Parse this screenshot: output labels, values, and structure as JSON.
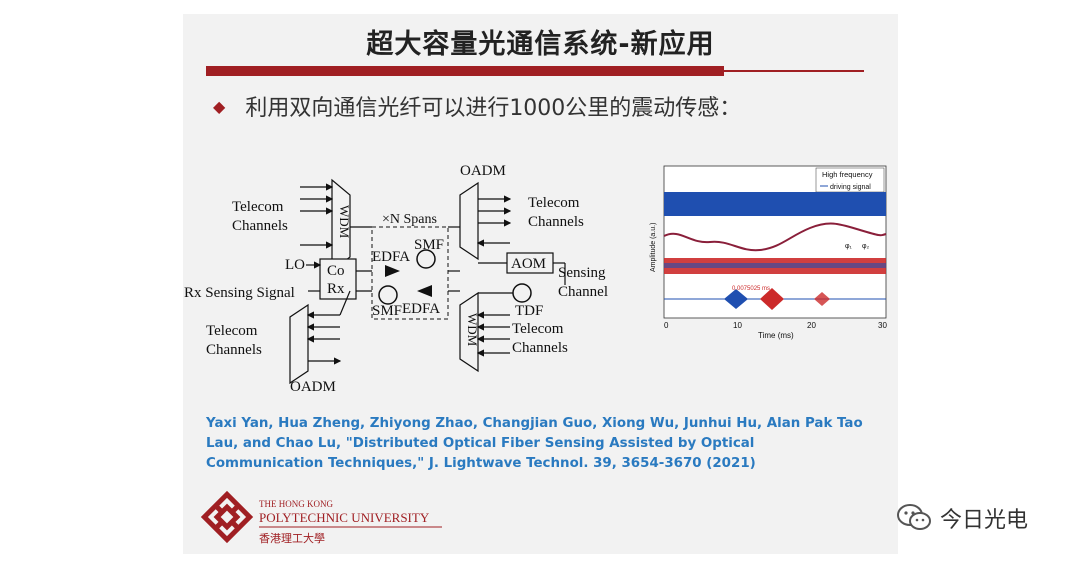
{
  "slide": {
    "title": "超大容量光通信系统-新应用",
    "bullet": "利用双向通信光纤可以进行1000公里的震动传感：",
    "reference": "Yaxi Yan, Hua Zheng, Zhiyong Zhao, Changjian Guo, Xiong Wu, Junhui Hu, Alan Pak Tao Lau, and Chao Lu, \"Distributed Optical Fiber Sensing Assisted by Optical Communication Techniques,\" J. Lightwave Technol. 39, 3654-3670 (2021)"
  },
  "diagram": {
    "telecom_tl_1": "Telecom",
    "telecom_tl_2": "Channels",
    "wdm_left": "WDM",
    "n_spans": "×N Spans",
    "oadm_top": "OADM",
    "telecom_tr_1": "Telecom",
    "telecom_tr_2": "Channels",
    "smf_top": "SMF",
    "edfa_top": "EDFA",
    "lo": "LO",
    "co": "Co",
    "rx": "Rx",
    "aom": "AOM",
    "sensing_1": "Sensing",
    "sensing_2": "Channel",
    "rx_sensing": "Rx Sensing Signal",
    "edfa_bottom": "EDFA",
    "smf_bottom": "SMF",
    "tdf": "TDF",
    "telecom_bl_1": "Telecom",
    "telecom_bl_2": "Channels",
    "wdm_right": "WDM",
    "telecom_br_1": "Telecom",
    "telecom_br_2": "Channels",
    "oadm_bottom": "OADM"
  },
  "plot": {
    "legend_title": "High frequency",
    "legend_driving": "driving signal",
    "legend_phi1": "φ₁",
    "legend_phi2": "φ₂",
    "annotation": "0.0075025 ms",
    "ylabel": "Amplitude (a.u.)",
    "xlabel": "Time (ms)",
    "x_ticks": [
      "0",
      "10",
      "20",
      "30"
    ]
  },
  "logo": {
    "line1": "THE HONG KONG",
    "line2": "POLYTECHNIC UNIVERSITY",
    "line3": "香港理工大學"
  },
  "watermark": {
    "text": "今日光电"
  },
  "colors": {
    "accent": "#a01f23",
    "reference_text": "#2a7ac0",
    "trace_blue": "#1f4fb0",
    "trace_red": "#cc2a2a"
  }
}
